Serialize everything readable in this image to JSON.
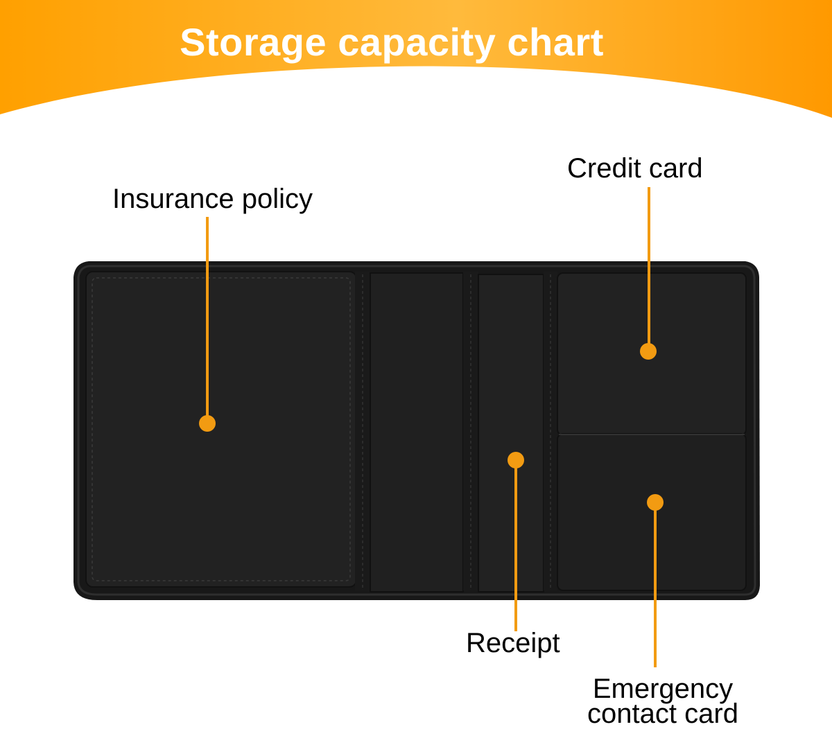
{
  "header": {
    "title": "Storage capacity chart",
    "gradient_colors": [
      "#ffa000",
      "#ffba3c",
      "#ff9900"
    ]
  },
  "colors": {
    "accent": "#f29b12",
    "organizer_body": "#1c1c1c",
    "organizer_panel": "#232323",
    "stitch": "#444444",
    "text": "#000000"
  },
  "callouts": {
    "insurance_policy": "Insurance policy",
    "credit_card": "Credit card",
    "receipt": "Receipt",
    "emergency_line1": "Emergency",
    "emergency_line2": "contact card"
  }
}
